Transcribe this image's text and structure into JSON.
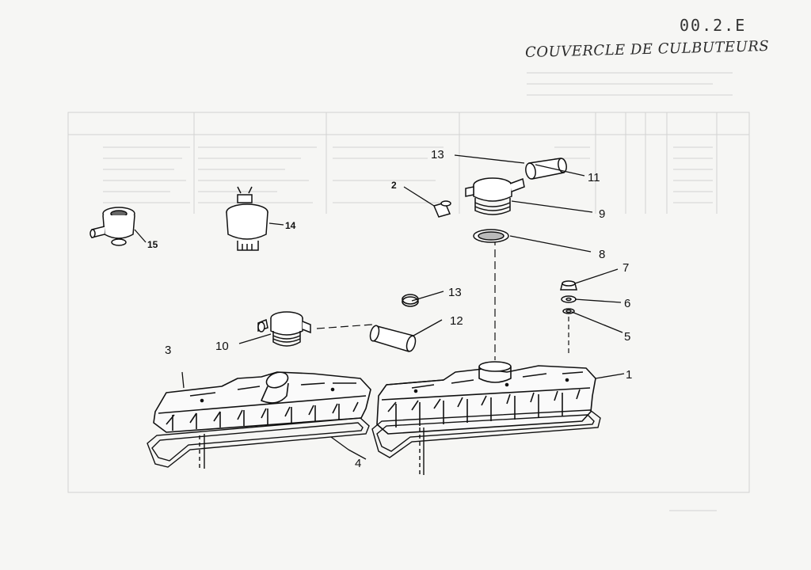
{
  "page": {
    "reference": "00.2.E",
    "handwritten_title": "COUVERCLE DE CULBUTEURS"
  },
  "callouts": {
    "c1": "1",
    "c2": "2",
    "c3": "3",
    "c4": "4",
    "c5": "5",
    "c6": "6",
    "c7": "7",
    "c8": "8",
    "c9": "9",
    "c10": "10",
    "c11": "11",
    "c12": "12",
    "c13_top": "13",
    "c13_mid": "13",
    "c14": "14",
    "c15": "15"
  }
}
